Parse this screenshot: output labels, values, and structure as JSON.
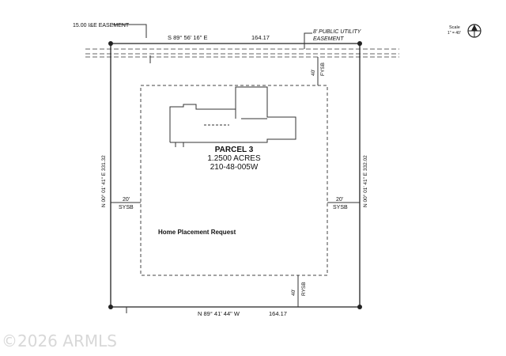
{
  "plat": {
    "easement_top": "15.00 I&E EASEMENT",
    "top_bearing": "S 89° 56' 16\" E",
    "top_distance": "164.17",
    "utility_easement_line1": "8' PUBLIC UTILITY",
    "utility_easement_line2": "EASEMENT",
    "scale_label": "Scale",
    "scale_value": "1\" = 40'",
    "left_bearing": "N 00° 01' 41\" E 331.32",
    "right_bearing": "N 00° 01' 41\" E 332.02",
    "bottom_bearing": "N 89° 41' 44\" W",
    "bottom_distance": "164.17",
    "parcel_title": "PARCEL 3",
    "parcel_acres": "1.2500 ACRES",
    "parcel_apn": "210-48-005W",
    "left_setback_dist": "20'",
    "left_setback_label": "SYSB",
    "right_setback_dist": "20'",
    "right_setback_label": "SYSB",
    "top_setback_dist": "40'",
    "top_setback_label": "FYSB",
    "bottom_setback_dist": "40'",
    "bottom_setback_label": "RYSB",
    "home_request": "Home Placement Request",
    "watermark": "©2026 ARMLS"
  }
}
